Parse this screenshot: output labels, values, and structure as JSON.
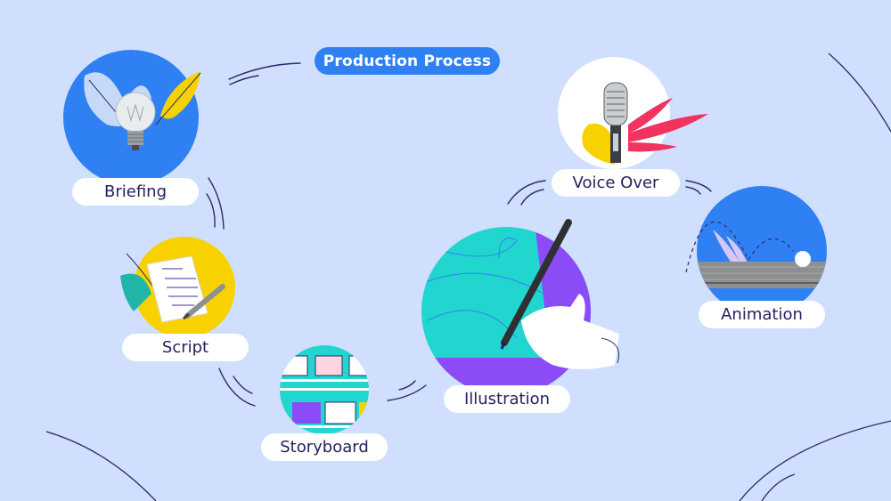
{
  "title": "Production Process",
  "colors": {
    "background": "#cfdffd",
    "accent_blue": "#2f80f2",
    "yellow": "#f8d200",
    "teal": "#22d6d0",
    "purple": "#8b4cf7",
    "pink": "#f2325f",
    "line": "#2e2a6b",
    "label_text": "#27215e"
  },
  "steps": [
    {
      "label": "Briefing",
      "icon": "lightbulb-icon"
    },
    {
      "label": "Script",
      "icon": "document-pen-icon"
    },
    {
      "label": "Storyboard",
      "icon": "storyboard-grid-icon"
    },
    {
      "label": "Illustration",
      "icon": "hand-pen-icon"
    },
    {
      "label": "Voice Over",
      "icon": "microphone-icon"
    },
    {
      "label": "Animation",
      "icon": "bouncing-ball-icon"
    }
  ]
}
